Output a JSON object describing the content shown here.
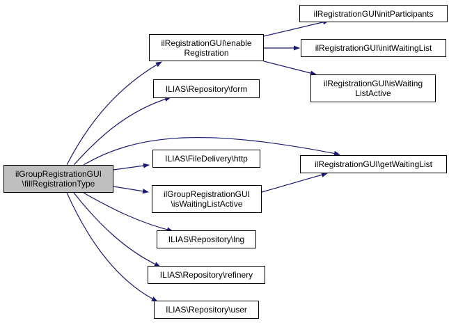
{
  "diagram": {
    "type": "call-graph",
    "edge_color": "#191970",
    "root_fill": "#bfbfbf",
    "nodes": [
      {
        "id": "root",
        "lines": [
          "ilGroupRegistrationGUI",
          "\\fillRegistrationType"
        ],
        "root": true
      },
      {
        "id": "enableRegistration",
        "lines": [
          "ilRegistrationGUI\\enable",
          "Registration"
        ]
      },
      {
        "id": "form",
        "lines": [
          "ILIAS\\Repository\\form"
        ]
      },
      {
        "id": "http",
        "lines": [
          "ILIAS\\FileDelivery\\http"
        ]
      },
      {
        "id": "groupIsWaitingListActive",
        "lines": [
          "ilGroupRegistrationGUI",
          "\\isWaitingListActive"
        ]
      },
      {
        "id": "lng",
        "lines": [
          "ILIAS\\Repository\\lng"
        ]
      },
      {
        "id": "refinery",
        "lines": [
          "ILIAS\\Repository\\refinery"
        ]
      },
      {
        "id": "user",
        "lines": [
          "ILIAS\\Repository\\user"
        ]
      },
      {
        "id": "initParticipants",
        "lines": [
          "ilRegistrationGUI\\initParticipants"
        ]
      },
      {
        "id": "initWaitingList",
        "lines": [
          "ilRegistrationGUI\\initWaitingList"
        ]
      },
      {
        "id": "regIsWaitingListActive",
        "lines": [
          "ilRegistrationGUI\\isWaiting",
          "ListActive"
        ]
      },
      {
        "id": "getWaitingList",
        "lines": [
          "ilRegistrationGUI\\getWaitingList"
        ]
      }
    ],
    "edges": [
      {
        "from": "root",
        "to": "enableRegistration"
      },
      {
        "from": "root",
        "to": "form"
      },
      {
        "from": "root",
        "to": "getWaitingList"
      },
      {
        "from": "root",
        "to": "http"
      },
      {
        "from": "root",
        "to": "groupIsWaitingListActive"
      },
      {
        "from": "root",
        "to": "lng"
      },
      {
        "from": "root",
        "to": "refinery"
      },
      {
        "from": "root",
        "to": "user"
      },
      {
        "from": "enableRegistration",
        "to": "initParticipants"
      },
      {
        "from": "enableRegistration",
        "to": "initWaitingList"
      },
      {
        "from": "enableRegistration",
        "to": "regIsWaitingListActive"
      },
      {
        "from": "groupIsWaitingListActive",
        "to": "getWaitingList"
      }
    ]
  }
}
